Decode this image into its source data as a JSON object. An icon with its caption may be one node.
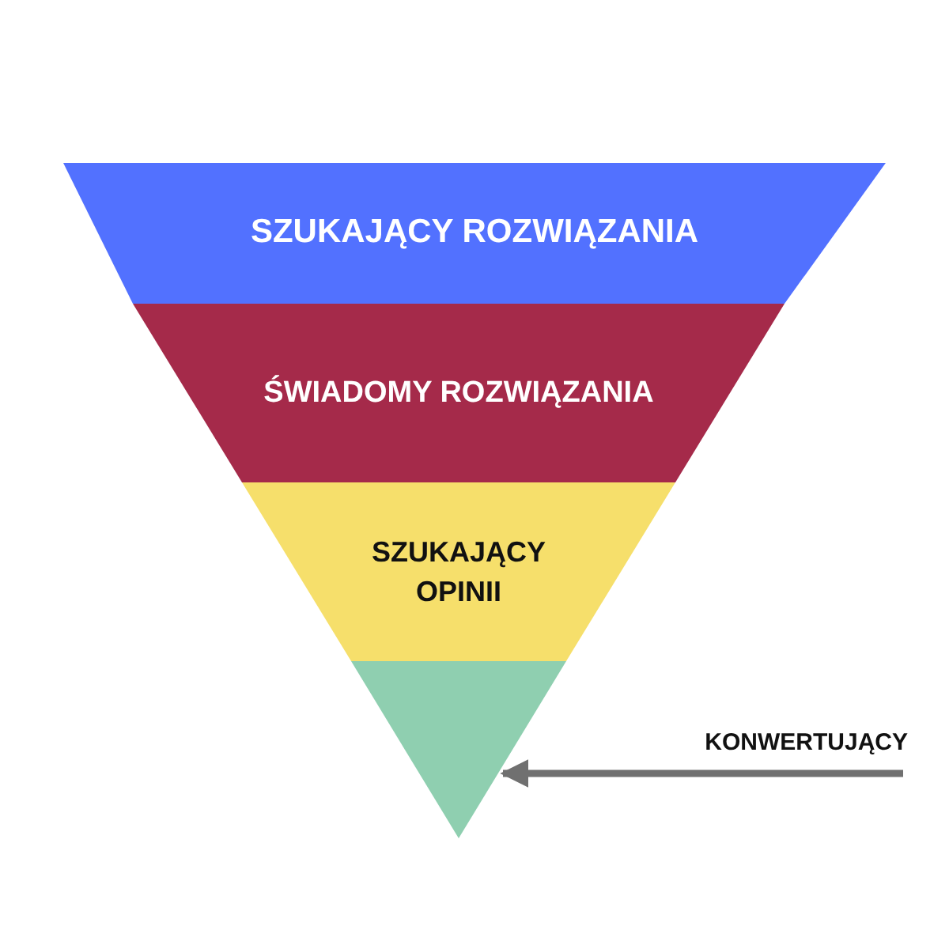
{
  "diagram": {
    "nodes": [
      {
        "text": [
          "SZUKAJĄCY ROZWIĄZANIA"
        ]
      },
      {
        "text": [
          "ŚWIADOMY ROZWIĄZANIA"
        ]
      },
      {
        "text": [
          "SZUKAJĄCY OPINII"
        ]
      },
      {
        "text": [],
        "shape": "triangle"
      },
      {
        "text": [
          "KONWERTUJĄCY"
        ]
      }
    ],
    "edges": [
      {
        "from": 4,
        "to": 3,
        "arrow": "to"
      }
    ]
  }
}
